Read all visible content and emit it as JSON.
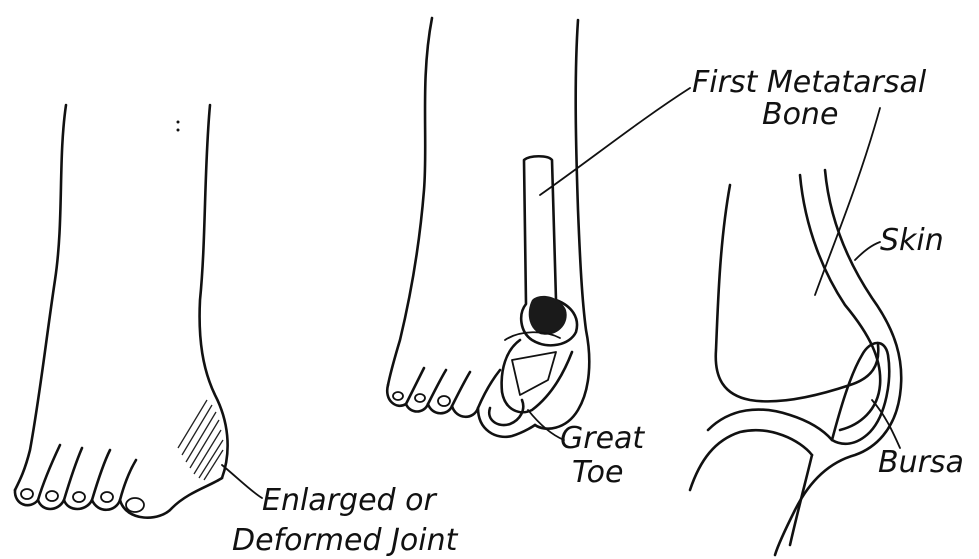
{
  "labels": {
    "joint_line1": "Enlarged or",
    "joint_line2": "Deformed Joint",
    "bone_line1": "First Metatarsal",
    "bone_line2": "Bone",
    "toe_line1": "Great",
    "toe_line2": "Toe",
    "skin": "Skin",
    "bursa": "Bursa"
  },
  "colors": {
    "ink": "#111111",
    "paper": "#ffffff"
  }
}
